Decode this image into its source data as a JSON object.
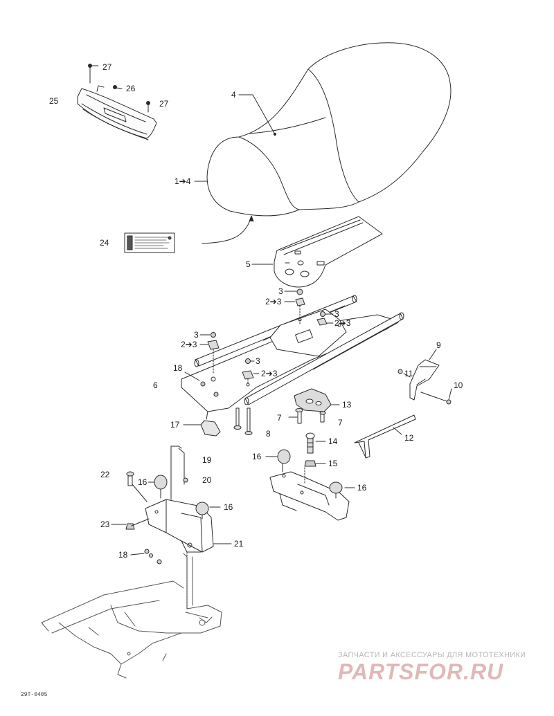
{
  "diagram": {
    "callouts": [
      {
        "id": "c27a",
        "text": "27"
      },
      {
        "id": "c26",
        "text": "26"
      },
      {
        "id": "c25",
        "text": "25"
      },
      {
        "id": "c27b",
        "text": "27"
      },
      {
        "id": "c4",
        "text": "4"
      },
      {
        "id": "c1to4",
        "text": "1➔4"
      },
      {
        "id": "c24",
        "text": "24"
      },
      {
        "id": "c5",
        "text": "5"
      },
      {
        "id": "c3a",
        "text": "3"
      },
      {
        "id": "c2to3a",
        "text": "2➔3"
      },
      {
        "id": "c3b",
        "text": "3"
      },
      {
        "id": "c2to3b",
        "text": "2➔3"
      },
      {
        "id": "c3c",
        "text": "3"
      },
      {
        "id": "c2to3c",
        "text": "2➔3"
      },
      {
        "id": "c3d",
        "text": "3"
      },
      {
        "id": "c2to3d",
        "text": "2➔3"
      },
      {
        "id": "c18a",
        "text": "18"
      },
      {
        "id": "c6",
        "text": "6"
      },
      {
        "id": "c9",
        "text": "9"
      },
      {
        "id": "c11",
        "text": "11"
      },
      {
        "id": "c10",
        "text": "10"
      },
      {
        "id": "c13",
        "text": "13"
      },
      {
        "id": "c7a",
        "text": "7"
      },
      {
        "id": "c7b",
        "text": "7"
      },
      {
        "id": "c17",
        "text": "17"
      },
      {
        "id": "c8",
        "text": "8"
      },
      {
        "id": "c12",
        "text": "12"
      },
      {
        "id": "c14",
        "text": "14"
      },
      {
        "id": "c16a",
        "text": "16"
      },
      {
        "id": "c15",
        "text": "15"
      },
      {
        "id": "c19",
        "text": "19"
      },
      {
        "id": "c22",
        "text": "22"
      },
      {
        "id": "c16b",
        "text": "16"
      },
      {
        "id": "c20",
        "text": "20"
      },
      {
        "id": "c16c",
        "text": "16"
      },
      {
        "id": "c16d",
        "text": "16"
      },
      {
        "id": "c23",
        "text": "23"
      },
      {
        "id": "c21",
        "text": "21"
      },
      {
        "id": "c18b",
        "text": "18"
      }
    ],
    "figure_code": "29T-0405",
    "watermark_top": "ЗАПЧАСТИ И АКСЕССУАРЫ ДЛЯ МОТОТЕХНИКИ",
    "watermark_main": "PARTSFOR.RU"
  }
}
